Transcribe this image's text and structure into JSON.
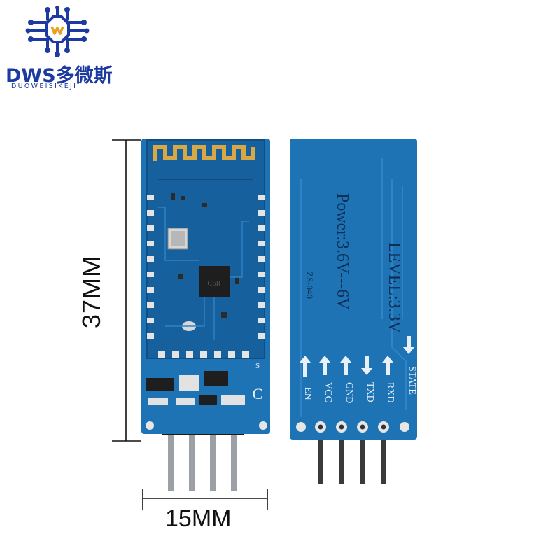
{
  "brand": {
    "name": "DWS多微斯",
    "subtitle": "DUOWEISIKEJI",
    "color": "#1d3aa0"
  },
  "dimensions": {
    "height_label": "37MM",
    "width_label": "15MM"
  },
  "module_back": {
    "model": "ZS-040",
    "power": "Power:3.6V---6V",
    "level": "LEVEL:3.3V",
    "pins": [
      "EN",
      "VCC",
      "GND",
      "TXD",
      "RXD",
      "STATE"
    ],
    "pin_arrows": [
      "up",
      "up",
      "up",
      "down",
      "up",
      "down"
    ]
  },
  "module_front": {
    "chip_label": "CSR",
    "pin_letter": "S",
    "c_mark": "C"
  },
  "colors": {
    "pcb": "#1e73b5",
    "pcb_dark": "#14528a",
    "pad": "#e4e4e4"
  }
}
